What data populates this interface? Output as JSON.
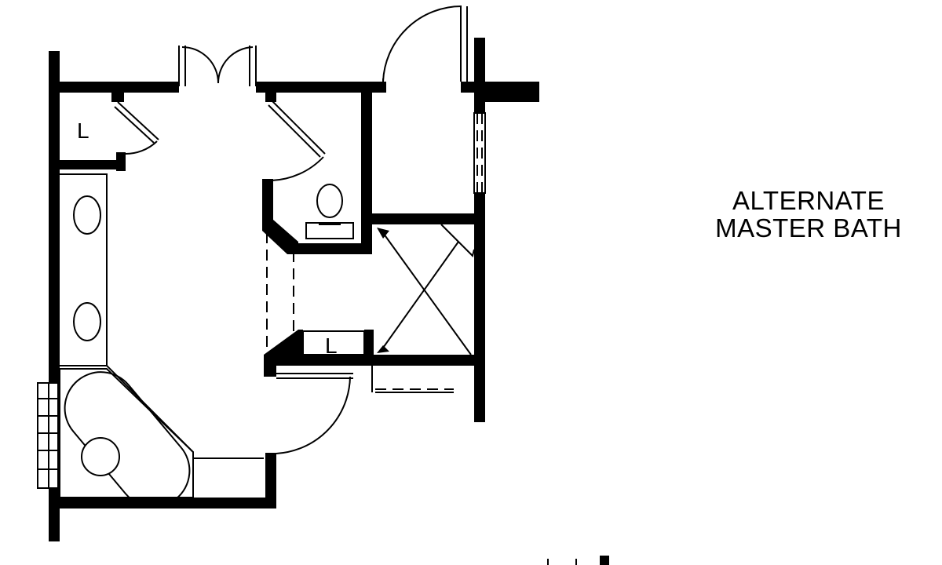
{
  "plan": {
    "title_lines": [
      "ALTERNATE",
      "MASTER BATH"
    ],
    "room_labels": {
      "linen_closet_top": "L",
      "linen_closet_shower": "L"
    }
  },
  "colors": {
    "ink": "#000000",
    "paper": "#ffffff"
  }
}
